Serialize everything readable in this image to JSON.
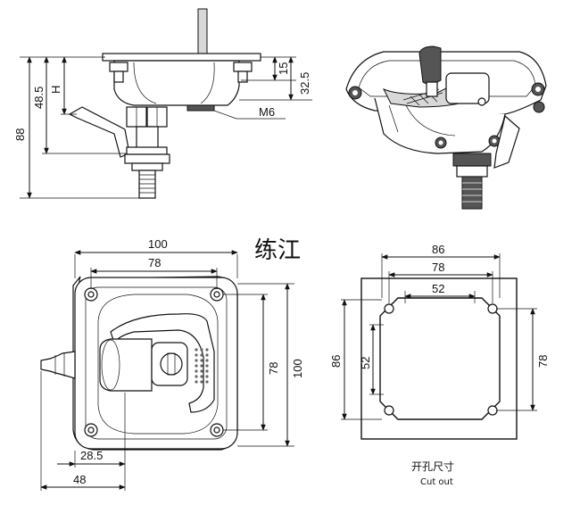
{
  "brand": "练江",
  "side_view": {
    "dims": {
      "total_height": "88",
      "body_height": "48.5",
      "h": "H",
      "flange": "15",
      "depth": "32.5",
      "thread": "M6"
    }
  },
  "front_view": {
    "dims": {
      "width": "100",
      "hole_span_x": "78",
      "hole_span_y": "78",
      "height": "100",
      "handle_offset": "28.5",
      "overall_left": "48"
    }
  },
  "cutout_view": {
    "dims": {
      "outer_w": "86",
      "hole_w": "78",
      "inner_w": "52",
      "outer_h": "86",
      "inner_h": "52",
      "hole_h": "78"
    },
    "caption_cn": "开孔尺寸",
    "caption_en": "Cut out"
  }
}
